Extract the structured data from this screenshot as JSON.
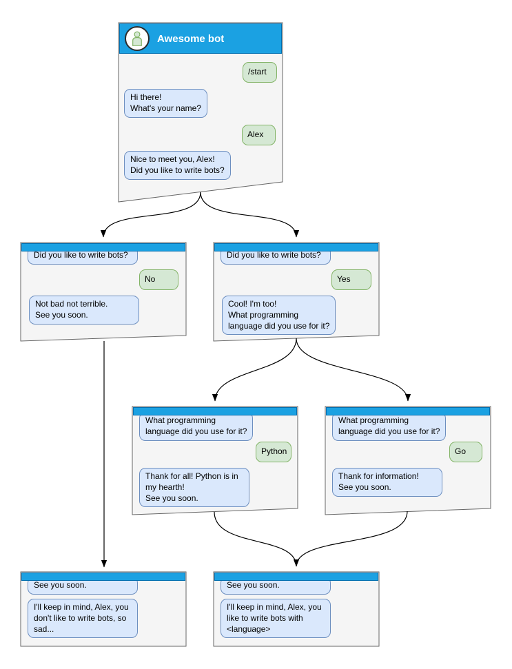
{
  "colors": {
    "header_blue": "#1ba1e2",
    "header_border": "#006eaf",
    "card_bg": "#f5f5f5",
    "card_border": "#666666",
    "bot_bubble_bg": "#dae8fc",
    "bot_bubble_border": "#6c8ebf",
    "user_bubble_bg": "#d5e8d4",
    "user_bubble_border": "#82b366"
  },
  "main_chat": {
    "bot_name": "Awesome bot",
    "avatar_icon": "person-icon",
    "start_command": "/start",
    "greeting": "Hi there!\nWhat's your name?",
    "user_name": "Alex",
    "ask_write_bots": "Nice to meet you, Alex!\nDid you like to write bots?"
  },
  "branch_no": {
    "question": "Did you like to write bots?",
    "answer": "No",
    "reply": "Not bad not terrible.\nSee you soon."
  },
  "branch_yes": {
    "question": "Did you like to write bots?",
    "answer": "Yes",
    "reply": "Cool! I'm too!\nWhat programming\nlanguage did you use for it?"
  },
  "branch_python": {
    "question": "What programming\nlanguage did you use for it?",
    "answer": "Python",
    "reply": "Thank for all! Python is in\nmy hearth!\nSee you soon."
  },
  "branch_go": {
    "question": "What programming\nlanguage did you use for it?",
    "answer": "Go",
    "reply": "Thank for information!\nSee you soon."
  },
  "end_no": {
    "question": "See you soon.",
    "reply": "I'll keep in mind, Alex, you\ndon't like to write bots, so\nsad..."
  },
  "end_yes": {
    "question": "See you soon.",
    "reply": "I'll keep in mind, Alex, you\nlike to write bots with\n<language>"
  }
}
